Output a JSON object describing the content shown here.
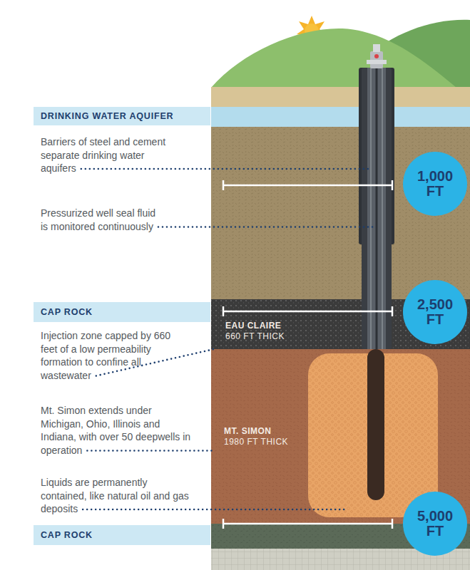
{
  "diagram": {
    "nodes": [
      {
        "text": [
          "DRINKING WATER AQUIFER"
        ]
      },
      {
        "text": [
          "1,000 FT"
        ]
      },
      {
        "text": [
          "CAP ROCK"
        ]
      },
      {
        "text": [
          "EAU CLAIRE",
          "660 FT THICK"
        ]
      },
      {
        "text": [
          "2,500 FT"
        ]
      },
      {
        "text": [
          "MT. SIMON",
          "1980 FT THICK"
        ]
      },
      {
        "text": [
          "5,000 FT"
        ]
      },
      {
        "text": [
          "CAP ROCK"
        ]
      }
    ],
    "labels": [
      "Barriers of steel and cement separate drinking water aquifers",
      "Pressurized well seal fluid is monitored continuously",
      "Injection zone capped by 660 feet of a low permeability formation to confine all wastewater",
      "Mt. Simon extends under Michigan, Ohio, Illinois and Indiana, with over 50 deepwells in operation",
      "Liquids are permanently contained, like natural oil and gas deposits"
    ]
  }
}
